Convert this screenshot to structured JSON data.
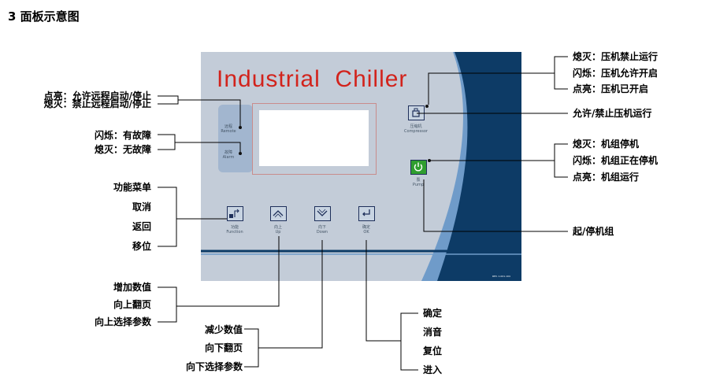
{
  "heading": "3 面板示意图",
  "panel": {
    "title": "Industrial  Chiller",
    "indicators": [
      {
        "cn": "远程",
        "en": "Remote"
      },
      {
        "cn": "故障",
        "en": "Alarm"
      }
    ],
    "buttons": {
      "compressor": {
        "cn": "压缩机",
        "en": "Compressor"
      },
      "pump": {
        "cn": "泵",
        "en": "Pump"
      },
      "function": {
        "cn": "功能",
        "en": "Function"
      },
      "up": {
        "cn": "向上",
        "en": "Up"
      },
      "down": {
        "cn": "向下",
        "en": "Down"
      },
      "ok": {
        "cn": "确定",
        "en": "OK"
      }
    },
    "serial": "REV. 1.001.104"
  },
  "callouts": {
    "remote": [
      "点亮：允许远程启动/停止",
      "熄灭：禁止远程启动/停止"
    ],
    "alarm": [
      "闪烁：有故障",
      "熄灭：无故障"
    ],
    "function": [
      "功能菜单",
      "取消",
      "返回",
      "移位"
    ],
    "up": [
      "增加数值",
      "向上翻页",
      "向上选择参数"
    ],
    "down": [
      "减少数值",
      "向下翻页",
      "向下选择参数"
    ],
    "ok": [
      "确定",
      "消音",
      "复位",
      "进入"
    ],
    "compressor_led": [
      "熄灭：压机禁止运行",
      "闪烁：压机允许开启",
      "点亮：压机已开启"
    ],
    "compressor_btn": "允许/禁止压机运行",
    "pump_led": [
      "熄灭：机组停机",
      "闪烁：机组正在停机",
      "点亮：机组运行"
    ],
    "pump_btn": "起/停机组"
  },
  "colors": {
    "panel_bg": "#c3ccd8",
    "panel_dark_blue": "#0d3b66",
    "panel_mid_blue": "#6f9bc9",
    "title_red": "#d2231c",
    "power_green": "#2f9e2f"
  }
}
